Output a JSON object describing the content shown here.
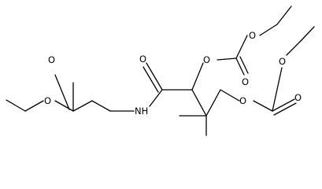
{
  "figure": {
    "kind": "skeletal structural formula",
    "background": "#ffffff",
    "bond_color": "#000000"
  },
  "atom_labels": {
    "ester_carbonyl_o": "O",
    "ester_o": "O",
    "amide_n": "NH",
    "amide_o": "O",
    "carbonate1_o": "O",
    "carbonate1_carbonyl_o": "O",
    "carbonate1_ethoxy_o": "O",
    "carbonate2_o": "O",
    "carbonate2_carbonyl_o": "O",
    "carbonate2_ethoxy_o": "O"
  }
}
